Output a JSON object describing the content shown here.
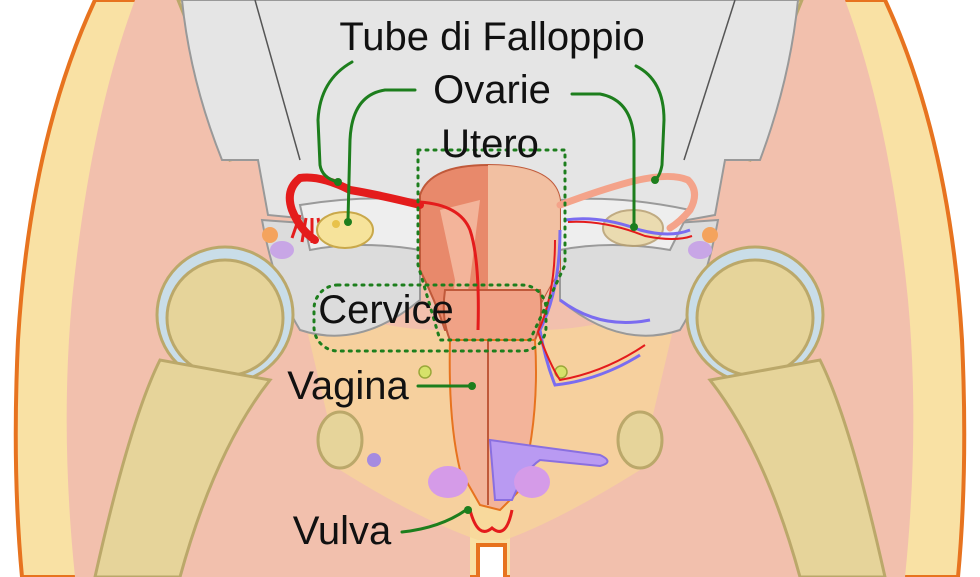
{
  "title": "Schema dell'apparato riproduttivo femminile",
  "colors": {
    "background": "#ffffff",
    "skin": "#f9e1a4",
    "skin_edge": "#e7731f",
    "muscle": "#f2c0ad",
    "bone": "#e6d49a",
    "bone_edge": "#bba86a",
    "cartilage": "#c9dde8",
    "pelvis": "#e5e5e5",
    "organ": "#e8896b",
    "vessel_red": "#e41c1c",
    "vessel_blue": "#7a6cf0",
    "leader": "#1d7e1d"
  },
  "labels": {
    "tubes": "Tube di Falloppio",
    "ovaries": "Ovarie",
    "uterus": "Utero",
    "cervix": "Cervice",
    "vagina": "Vagina",
    "vulva": "Vulva"
  }
}
